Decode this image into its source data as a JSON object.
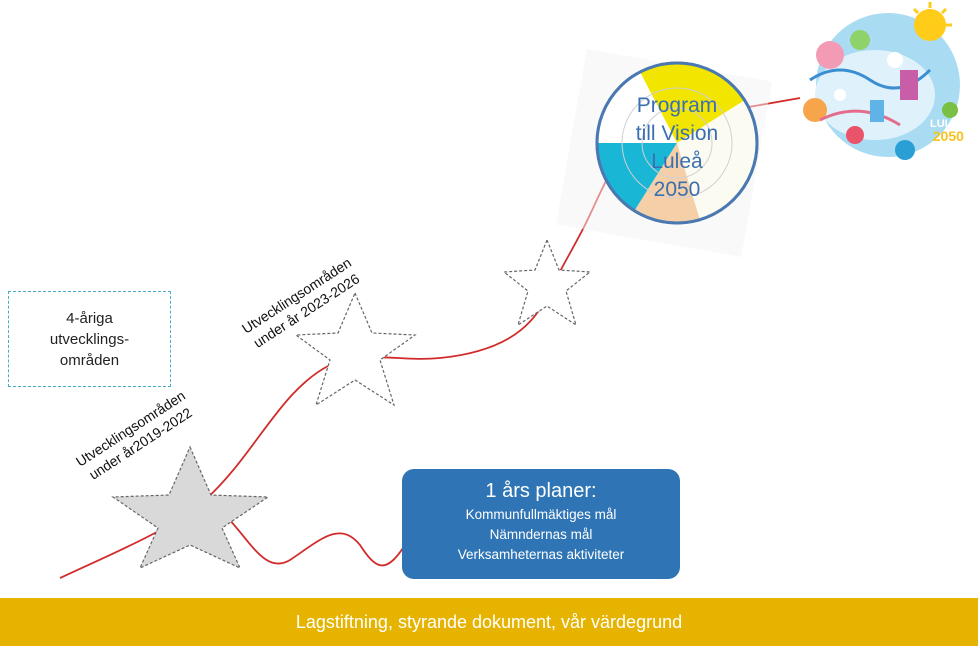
{
  "legend": {
    "line1": "4-åriga",
    "line2": "utvecklings-",
    "line3": "områden"
  },
  "stage1": {
    "line1": "Utvecklingsområden",
    "line2": "under år2019-2022"
  },
  "stage2": {
    "line1": "Utvecklingsområden",
    "line2": "under år 2023-2026"
  },
  "plans": {
    "title": "1 års planer:",
    "items": [
      "Kommunfullmäktiges mål",
      "Nämndernas mål",
      "Verksamheternas aktiviteter"
    ]
  },
  "program": {
    "line1": "Program",
    "line2": "till Vision",
    "line3": "Luleå",
    "line4": "2050"
  },
  "vision_logo": {
    "line1": "LULEÅ",
    "line2": "2050"
  },
  "footer": {
    "label": "Lagstiftning, styrande dokument, vår värdegrund"
  },
  "colors": {
    "curve": "#d22b2b",
    "plans_box": "#2f75b5",
    "footer": "#e6b400",
    "legend_border": "#4bacc6"
  }
}
